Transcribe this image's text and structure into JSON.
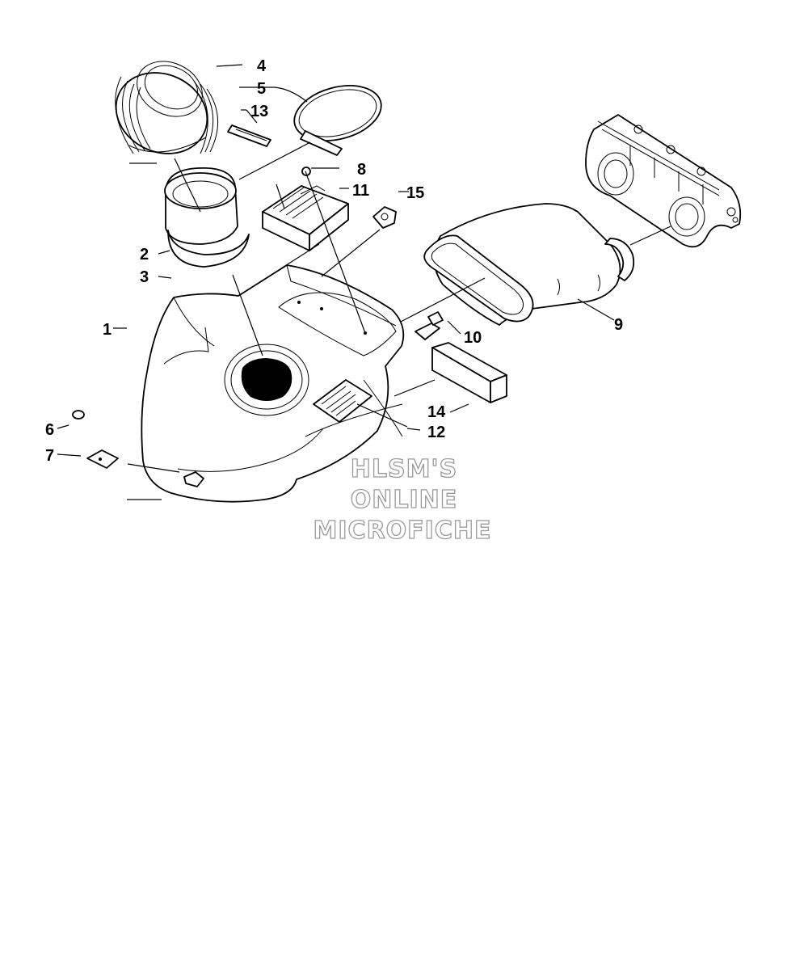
{
  "callouts": {
    "c1": "1",
    "c2": "2",
    "c3": "3",
    "c4": "4",
    "c5": "5",
    "c6": "6",
    "c7": "7",
    "c8": "8",
    "c9": "9",
    "c10": "10",
    "c11": "11",
    "c12": "12",
    "c13": "13",
    "c14": "14",
    "c15": "15"
  },
  "watermark": {
    "line1": "HLSM'S",
    "line2": "ONLINE",
    "line3": "MICROFICHE"
  }
}
